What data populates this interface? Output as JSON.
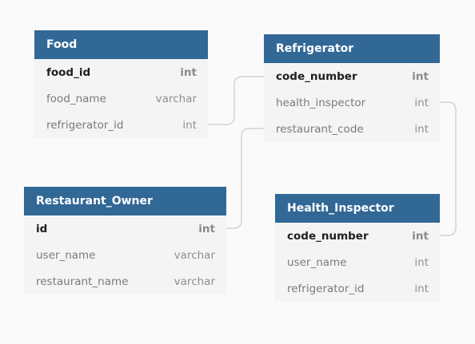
{
  "tables": {
    "food": {
      "name": "Food",
      "fields": [
        {
          "name": "food_id",
          "type": "int"
        },
        {
          "name": "food_name",
          "type": "varchar"
        },
        {
          "name": "refrigerator_id",
          "type": "int"
        }
      ]
    },
    "refrigerator": {
      "name": "Refrigerator",
      "fields": [
        {
          "name": "code_number",
          "type": "int"
        },
        {
          "name": "health_inspector",
          "type": "int"
        },
        {
          "name": "restaurant_code",
          "type": "int"
        }
      ]
    },
    "restaurant_owner": {
      "name": "Restaurant_Owner",
      "fields": [
        {
          "name": "id",
          "type": "int"
        },
        {
          "name": "user_name",
          "type": "varchar"
        },
        {
          "name": "restaurant_name",
          "type": "varchar"
        }
      ]
    },
    "health_inspector": {
      "name": "Health_Inspector",
      "fields": [
        {
          "name": "code_number",
          "type": "int"
        },
        {
          "name": "user_name",
          "type": "int"
        },
        {
          "name": "refrigerator_id",
          "type": "int"
        }
      ]
    }
  }
}
